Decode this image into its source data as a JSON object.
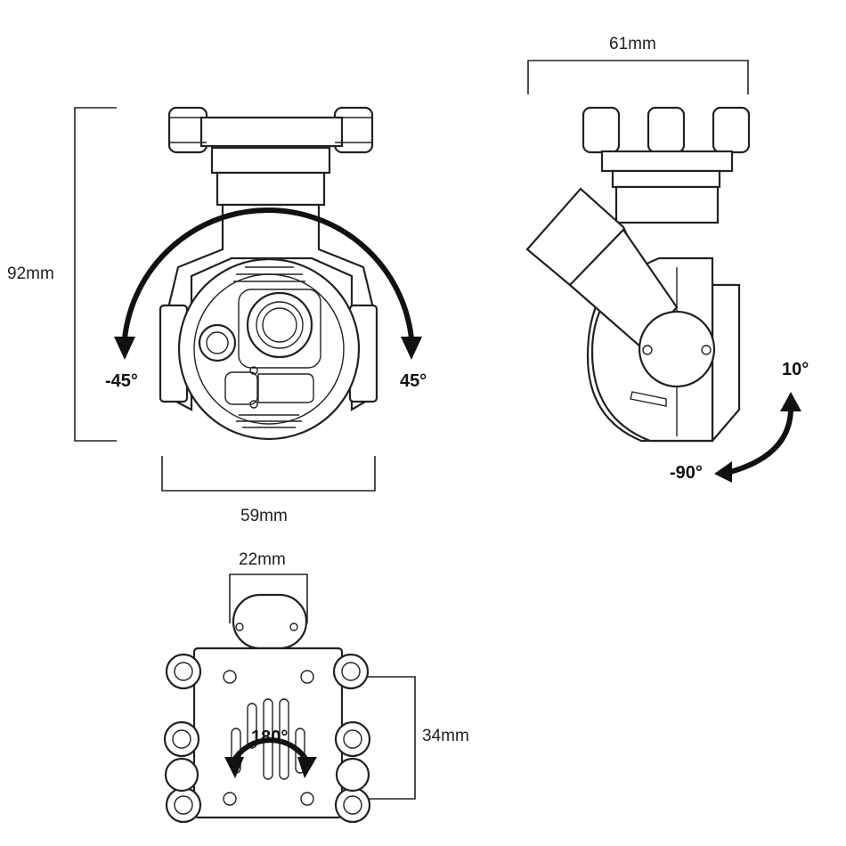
{
  "dimensions": {
    "front_height": "92mm",
    "front_width": "59mm",
    "side_width": "61mm",
    "bottom_width": "22mm",
    "bottom_height": "34mm"
  },
  "angles": {
    "yaw_left": "-45°",
    "yaw_right": "45°",
    "pitch_up": "10°",
    "pitch_down": "-90°",
    "rotation": "180°"
  }
}
